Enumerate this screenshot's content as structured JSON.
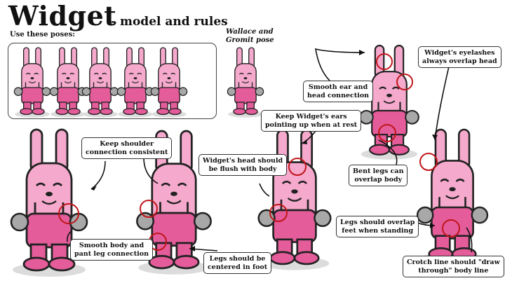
{
  "header": {
    "title": "Widget",
    "subtitle": "- model and rules",
    "use_poses_label": "Use these poses:",
    "wg_pose_label_line1": "Wallace and",
    "wg_pose_label_line2": "Gromit pose"
  },
  "notes": {
    "shoulder_l1": "Keep shoulder",
    "shoulder_l2": "connection consistent",
    "head_l1": "Widget's head should",
    "head_l2": "be flush with body",
    "ears_l1": "Keep Widget's ears",
    "ears_l2": "pointing up when at rest",
    "ear_conn_l1": "Smooth ear and",
    "ear_conn_l2": "head connection",
    "eyelash_l1": "Widget's eyelashes",
    "eyelash_l2": "always overlap head",
    "bent_l1": "Bent legs can",
    "bent_l2": "overlap body",
    "legs_feet_l1": "Legs should overlap",
    "legs_feet_l2": "feet when standing",
    "smooth_body_l1": "Smooth body and",
    "smooth_body_l2": "pant leg connection",
    "centered_l1": "Legs should be",
    "centered_l2": "centered in foot",
    "crotch_l1": "Crotch line should \"draw",
    "crotch_l2": "through\" body line"
  },
  "colors": {
    "body_pink": "#f5a9cc",
    "overalls_pink": "#e45c9a",
    "outline": "#222222",
    "callout_red": "#c0161a",
    "glove_gray": "#9a9a9a",
    "shadow": "#dddddd"
  },
  "figures": [
    "widget-standard-pose",
    "widget-wallace-and-gromit-pose",
    "widget-character-drawing"
  ]
}
